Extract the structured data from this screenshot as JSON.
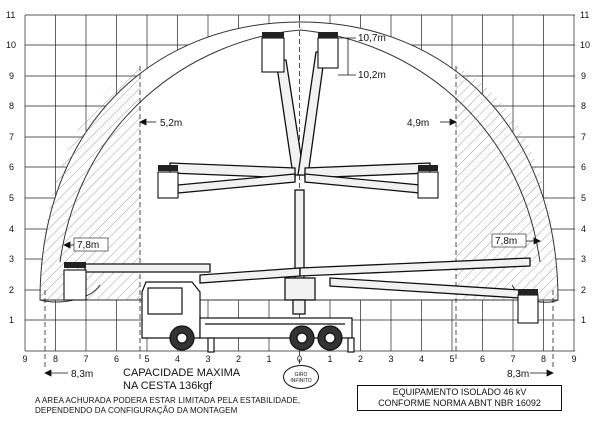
{
  "axes": {
    "left_y_ticks": [
      "1",
      "2",
      "3",
      "4",
      "5",
      "6",
      "7",
      "8",
      "9",
      "10",
      "11"
    ],
    "right_y_ticks": [
      "1",
      "2",
      "3",
      "4",
      "5",
      "6",
      "7",
      "8",
      "9",
      "10",
      "11"
    ],
    "x_ticks": [
      "9",
      "8",
      "7",
      "6",
      "5",
      "4",
      "3",
      "2",
      "1",
      "0",
      "1",
      "2",
      "3",
      "4",
      "5",
      "6",
      "7",
      "8",
      "9"
    ]
  },
  "dimensions": {
    "height_max": "10,7m",
    "height_basket": "10,2m",
    "reach_left_inner": "5,2m",
    "reach_right_inner": "4,9m",
    "reach_left_outer": "7,8m",
    "reach_right_outer": "7,8m",
    "ground_reach": "8,3m",
    "ground_reach_right": "8,3m"
  },
  "capacity": {
    "line1": "CAPACIDADE MAXIMA",
    "line2": "NA CESTA 136kgf"
  },
  "rotation": {
    "line1": "GIRO",
    "line2": "INFINITO"
  },
  "note": {
    "line1": "A AREA ACHURADA PODERA ESTAR LIMITADA PELA ESTABILIDADE,",
    "line2": "DEPENDENDO DA CONFIGURAÇÃO DA MONTAGEM"
  },
  "equipment": {
    "line1": "EQUIPAMENTO ISOLADO 46 kV",
    "line2": "CONFORME NORMA ABNT NBR 16092"
  }
}
